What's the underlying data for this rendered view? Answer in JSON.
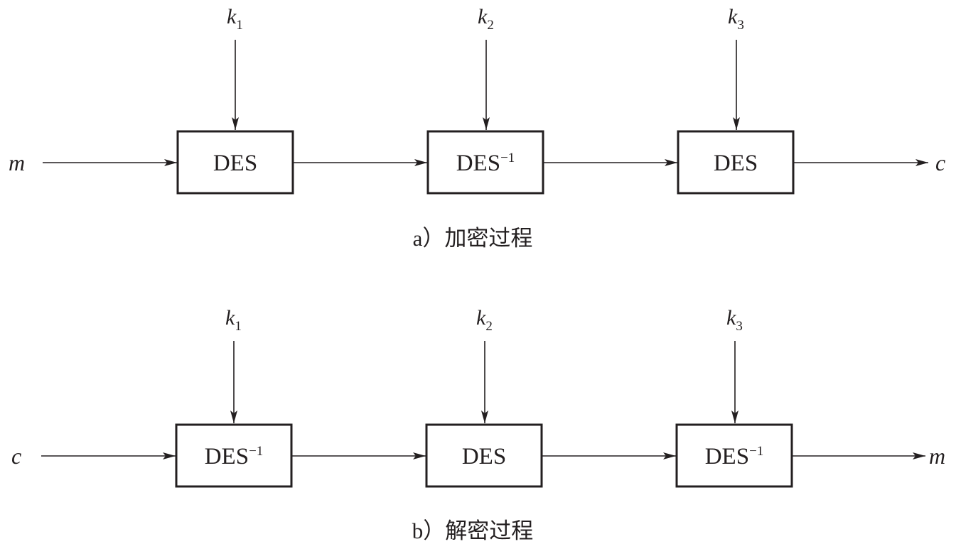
{
  "panels": {
    "encryption": {
      "caption": "a）加密过程",
      "input": "m",
      "output": "c",
      "keys": [
        {
          "letter": "k",
          "index": "1"
        },
        {
          "letter": "k",
          "index": "2"
        },
        {
          "letter": "k",
          "index": "3"
        }
      ],
      "blocks": [
        {
          "base": "DES",
          "sup": ""
        },
        {
          "base": "DES",
          "sup": "−1"
        },
        {
          "base": "DES",
          "sup": ""
        }
      ]
    },
    "decryption": {
      "caption": "b）解密过程",
      "input": "c",
      "output": "m",
      "keys": [
        {
          "letter": "k",
          "index": "1"
        },
        {
          "letter": "k",
          "index": "2"
        },
        {
          "letter": "k",
          "index": "3"
        }
      ],
      "blocks": [
        {
          "base": "DES",
          "sup": "−1"
        },
        {
          "base": "DES",
          "sup": ""
        },
        {
          "base": "DES",
          "sup": "−1"
        }
      ]
    }
  },
  "colors": {
    "ink": "#231f20",
    "background": "#ffffff"
  }
}
